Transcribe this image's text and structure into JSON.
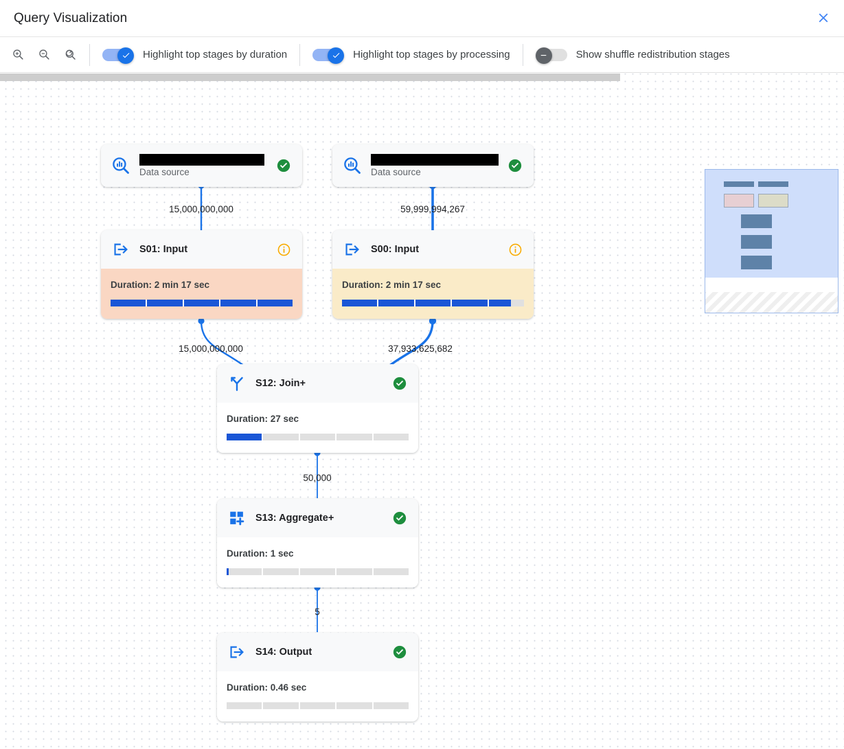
{
  "window": {
    "title": "Query Visualization",
    "close_icon": "close-icon"
  },
  "toolbar": {
    "zoom_in_icon": "zoom-in-icon",
    "zoom_out_icon": "zoom-out-icon",
    "zoom_reset_icon": "zoom-reset-icon",
    "toggles": [
      {
        "label": "Highlight top stages by duration",
        "state": "on"
      },
      {
        "label": "Highlight top stages by processing",
        "state": "on"
      },
      {
        "label": "Show shuffle redistribution stages",
        "state": "off"
      }
    ]
  },
  "colors": {
    "accent": "#1a73e8",
    "progress_fill": "#1a56d6",
    "status_success": "#1e8e3e",
    "status_info": "#f9ab00",
    "highlight_duration": "#fad7c3",
    "highlight_processing": "#faebc8",
    "node_header": "#f8f9fa"
  },
  "graph": {
    "nodes": [
      {
        "id": "ds-left",
        "kind": "datasource",
        "icon": "data-source-search-icon",
        "title": "",
        "title_redacted": true,
        "subtitle": "Data source",
        "status": "success",
        "status_icon": "check-circle-icon"
      },
      {
        "id": "ds-right",
        "kind": "datasource",
        "icon": "data-source-search-icon",
        "title": "",
        "title_redacted": true,
        "subtitle": "Data source",
        "status": "success",
        "status_icon": "check-circle-icon"
      },
      {
        "id": "s01",
        "kind": "stage",
        "icon": "input-arrow-icon",
        "title": "S01: Input",
        "status": "info",
        "status_icon": "info-circle-icon",
        "duration_label": "Duration: 2 min 17 sec",
        "progress_percent": 100,
        "highlight": "duration"
      },
      {
        "id": "s00",
        "kind": "stage",
        "icon": "input-arrow-icon",
        "title": "S00: Input",
        "status": "info",
        "status_icon": "info-circle-icon",
        "duration_label": "Duration: 2 min 17 sec",
        "progress_percent": 93,
        "highlight": "processing"
      },
      {
        "id": "s12",
        "kind": "stage",
        "icon": "join-icon",
        "title": "S12: Join+",
        "status": "success",
        "status_icon": "check-circle-icon",
        "duration_label": "Duration: 27 sec",
        "progress_percent": 20,
        "highlight": "none"
      },
      {
        "id": "s13",
        "kind": "stage",
        "icon": "aggregate-icon",
        "title": "S13: Aggregate+",
        "status": "success",
        "status_icon": "check-circle-icon",
        "duration_label": "Duration: 1 sec",
        "progress_percent": 1,
        "highlight": "none"
      },
      {
        "id": "s14",
        "kind": "stage",
        "icon": "output-arrow-icon",
        "title": "S14: Output",
        "status": "success",
        "status_icon": "check-circle-icon",
        "duration_label": "Duration: 0.46 sec",
        "progress_percent": 0,
        "highlight": "none"
      }
    ],
    "edges": [
      {
        "from": "ds-left",
        "to": "s01",
        "label": "15,000,000,000"
      },
      {
        "from": "ds-right",
        "to": "s00",
        "label": "59,999,994,267"
      },
      {
        "from": "s01",
        "to": "s12",
        "label": "15,000,000,000"
      },
      {
        "from": "s00",
        "to": "s12",
        "label": "37,933,625,682"
      },
      {
        "from": "s12",
        "to": "s13",
        "label": "50,000"
      },
      {
        "from": "s13",
        "to": "s14",
        "label": "5"
      }
    ]
  },
  "minimap": {
    "name": "graph-minimap"
  }
}
